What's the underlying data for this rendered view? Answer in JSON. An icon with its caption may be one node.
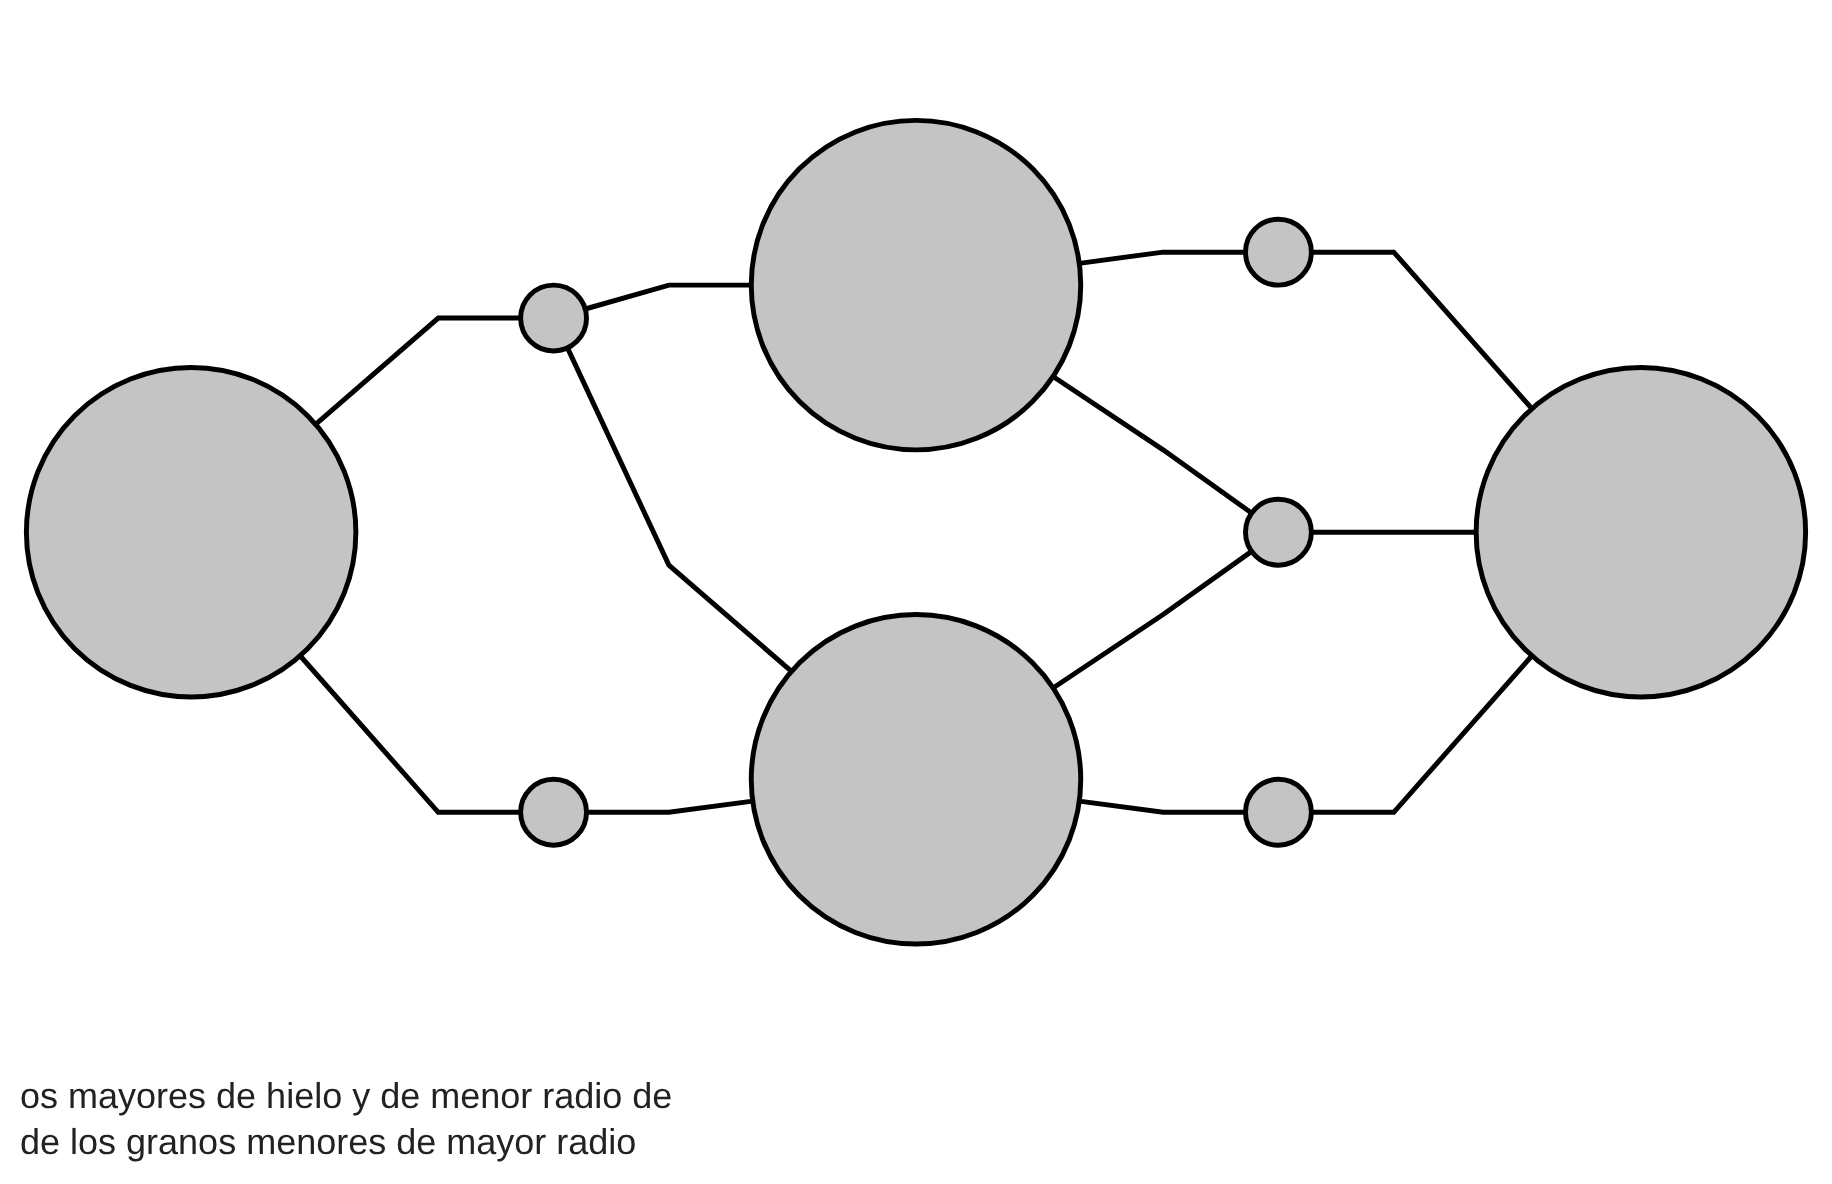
{
  "diagram": {
    "nodes": [
      {
        "text": [],
        "shape": "circle"
      },
      {
        "text": [],
        "shape": "circle"
      },
      {
        "text": [],
        "shape": "circle"
      },
      {
        "text": [],
        "shape": "circle"
      },
      {
        "text": [],
        "shape": "circle"
      },
      {
        "text": [],
        "shape": "circle"
      },
      {
        "text": [],
        "shape": "circle"
      },
      {
        "text": [],
        "shape": "circle"
      },
      {
        "text": [],
        "shape": "circle"
      }
    ],
    "edges": [
      {
        "from": 0,
        "to": 1,
        "arrow": "none"
      },
      {
        "from": 1,
        "to": 2,
        "arrow": "none"
      },
      {
        "from": 0,
        "to": 4,
        "arrow": "none"
      },
      {
        "from": 1,
        "to": 5,
        "arrow": "none"
      },
      {
        "from": 2,
        "to": 3,
        "arrow": "none"
      },
      {
        "from": 2,
        "to": 6,
        "arrow": "none"
      },
      {
        "from": 4,
        "to": 5,
        "arrow": "none"
      },
      {
        "from": 5,
        "to": 6,
        "arrow": "none"
      },
      {
        "from": 6,
        "to": 7,
        "arrow": "none"
      },
      {
        "from": 3,
        "to": 7,
        "arrow": "none"
      },
      {
        "from": 5,
        "to": 8,
        "arrow": "none"
      },
      {
        "from": 8,
        "to": 7,
        "arrow": "none"
      }
    ],
    "labels": [
      "os mayores de hielo y de menor radio de",
      "de los granos menores de mayor radio"
    ]
  }
}
